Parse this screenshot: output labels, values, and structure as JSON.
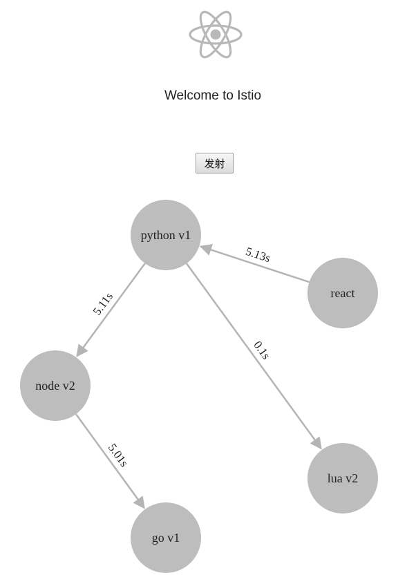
{
  "header": {
    "logo_icon": "react-atom-icon",
    "title": "Welcome to Istio"
  },
  "toolbar": {
    "launch_label": "发射"
  },
  "graph": {
    "node_color": "#bdbdbd",
    "edge_color": "#b4b4b4",
    "nodes": [
      {
        "id": "python",
        "label": "python v1"
      },
      {
        "id": "react",
        "label": "react"
      },
      {
        "id": "node",
        "label": "node v2"
      },
      {
        "id": "lua",
        "label": "lua v2"
      },
      {
        "id": "go",
        "label": "go v1"
      }
    ],
    "edges": [
      {
        "from": "react",
        "to": "python",
        "label": "5.13s"
      },
      {
        "from": "python",
        "to": "node",
        "label": "5.11s"
      },
      {
        "from": "python",
        "to": "lua",
        "label": "0.1s"
      },
      {
        "from": "node",
        "to": "go",
        "label": "5.01s"
      }
    ]
  }
}
